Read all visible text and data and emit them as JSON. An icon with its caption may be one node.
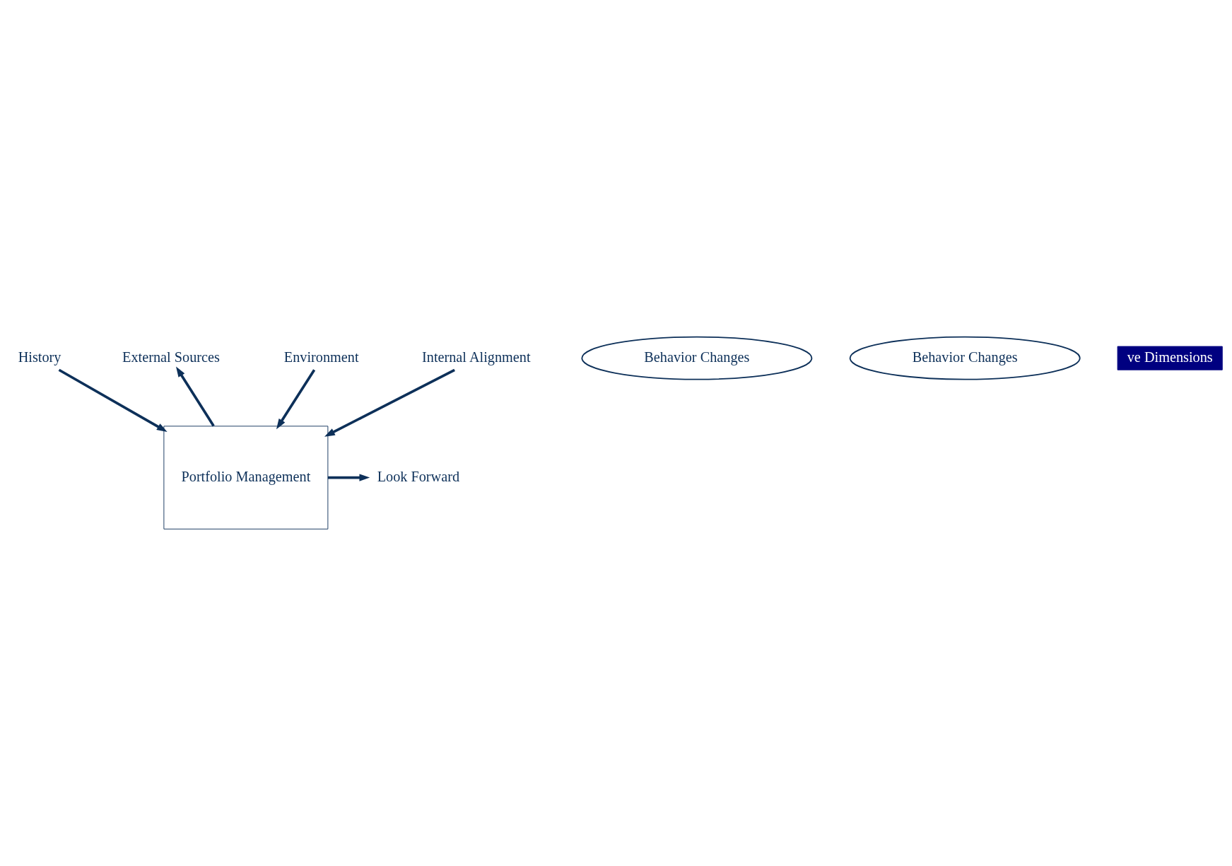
{
  "diagram": {
    "nodes": [
      {
        "text": [
          "History"
        ]
      },
      {
        "text": [
          "External Sources"
        ]
      },
      {
        "text": [
          "Behavior Changes"
        ]
      },
      {
        "text": [
          "Portfolio Management"
        ]
      },
      {
        "text": [
          "Look Forward"
        ]
      },
      {
        "text": [
          "Environment"
        ]
      },
      {
        "text": [
          "Internal Alignment"
        ]
      },
      {
        "text": [
          "Behavior Changes"
        ]
      }
    ],
    "edges": [
      {
        "from": 0,
        "to": 3,
        "arrow": "to"
      },
      {
        "from": 3,
        "to": 1,
        "arrow": "to"
      },
      {
        "from": 3,
        "to": 4,
        "arrow": "to"
      },
      {
        "from": 5,
        "to": 3,
        "arrow": "to"
      },
      {
        "from": 6,
        "to": 3,
        "arrow": "to"
      }
    ],
    "labels": [
      "ve Dimensions"
    ]
  }
}
